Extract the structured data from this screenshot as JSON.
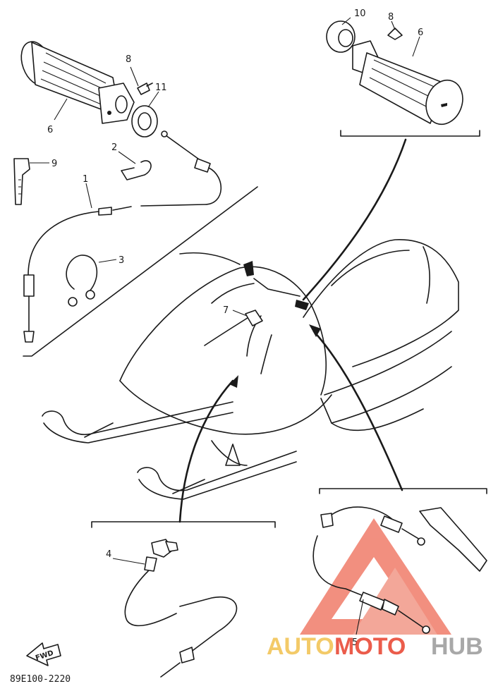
{
  "diagram": {
    "code": "89E100-2220",
    "fwd_label": "FWD",
    "callouts": [
      "1",
      "2",
      "3",
      "4",
      "5",
      "6",
      "6",
      "7",
      "8",
      "8",
      "9",
      "10",
      "11"
    ]
  },
  "watermark": {
    "part1": "AUTO",
    "part2": "MOTO",
    "part3": "HUB",
    "color_auto": "#f2c14e",
    "color_moto": "#e8402c",
    "color_hub": "#9a9a9a",
    "triangle_color": "#ee6a55"
  }
}
